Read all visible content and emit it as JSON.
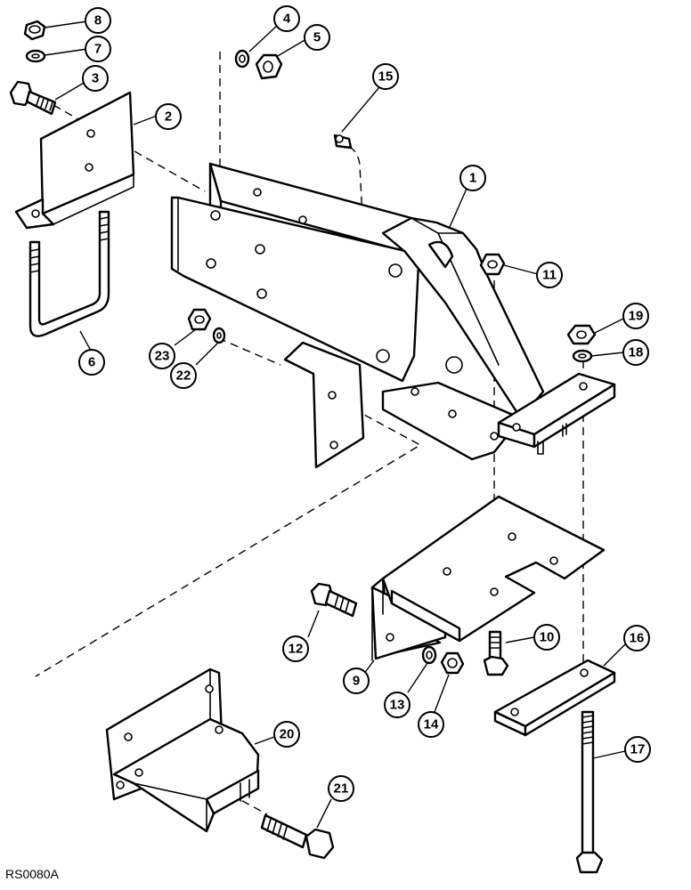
{
  "diagram": {
    "reference_code": "RS0080A",
    "callouts": [
      {
        "id": "c1",
        "label": "1"
      },
      {
        "id": "c2",
        "label": "2"
      },
      {
        "id": "c3",
        "label": "3"
      },
      {
        "id": "c4",
        "label": "4"
      },
      {
        "id": "c5",
        "label": "5"
      },
      {
        "id": "c6",
        "label": "6"
      },
      {
        "id": "c7",
        "label": "7"
      },
      {
        "id": "c8",
        "label": "8"
      },
      {
        "id": "c9",
        "label": "9"
      },
      {
        "id": "c10",
        "label": "10"
      },
      {
        "id": "c11",
        "label": "11"
      },
      {
        "id": "c12",
        "label": "12"
      },
      {
        "id": "c13",
        "label": "13"
      },
      {
        "id": "c14",
        "label": "14"
      },
      {
        "id": "c15",
        "label": "15"
      },
      {
        "id": "c16",
        "label": "16"
      },
      {
        "id": "c17",
        "label": "17"
      },
      {
        "id": "c18",
        "label": "18"
      },
      {
        "id": "c19",
        "label": "19"
      },
      {
        "id": "c20",
        "label": "20"
      },
      {
        "id": "c21",
        "label": "21"
      },
      {
        "id": "c22",
        "label": "22"
      },
      {
        "id": "c23",
        "label": "23"
      }
    ]
  }
}
